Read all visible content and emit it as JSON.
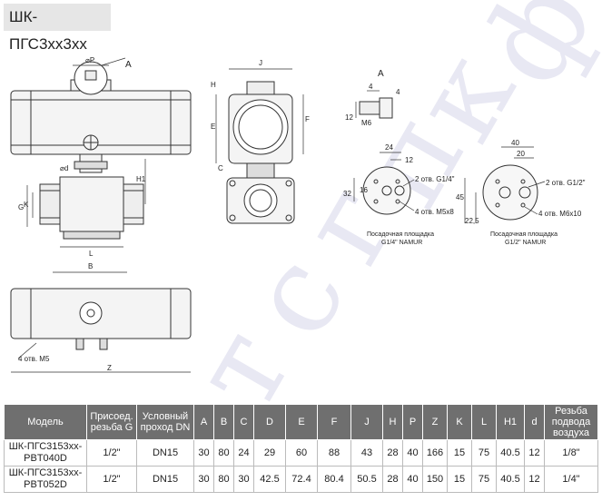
{
  "title": "ШК-ПГС3хх3хх",
  "labels": {
    "A_top": "A",
    "phiP": "⌀P",
    "H1": "H1",
    "G": "G",
    "K": "K",
    "phid": "⌀d",
    "L": "L",
    "B": "B",
    "Z": "Z",
    "M5_holes": "4 отв. M5",
    "J": "J",
    "H": "H",
    "E": "E",
    "F": "F",
    "C": "C",
    "A_detail": "A",
    "dim4a": "4",
    "dim4b": "4",
    "dim12": "12",
    "M6": "M6",
    "d24": "24",
    "d12": "12",
    "d32": "32",
    "d16": "16",
    "g14": "2 отв. G1/4\"",
    "m5x8": "4 отв. M5x8",
    "namur14_1": "Посадочная площадка",
    "namur14_2": "G1/4\" NAMUR",
    "d40": "40",
    "d20": "20",
    "d45": "45",
    "d225": "22,5",
    "g12": "2 отв. G1/2\"",
    "m6x10": "4 отв. M6x10",
    "namur12_1": "Посадочная площадка",
    "namur12_2": "G1/2\" NAMUR"
  },
  "watermark": [
    "т",
    "с",
    "г",
    "п",
    "ш",
    "к",
    "р",
    "ф"
  ],
  "table": {
    "headers": [
      "Модель",
      "Присоед. резьба G",
      "Условный проход DN",
      "A",
      "B",
      "C",
      "D",
      "E",
      "F",
      "J",
      "H",
      "P",
      "Z",
      "K",
      "L",
      "H1",
      "d",
      "Резьба подвода воздуха"
    ],
    "rows": [
      [
        "ШК-ПГС3153хх-PBT040D",
        "1/2\"",
        "DN15",
        "30",
        "80",
        "24",
        "29",
        "60",
        "88",
        "43",
        "28",
        "40",
        "166",
        "15",
        "75",
        "40.5",
        "12",
        "1/8\""
      ],
      [
        "ШК-ПГС3153хх-PBT052D",
        "1/2\"",
        "DN15",
        "30",
        "80",
        "30",
        "42.5",
        "72.4",
        "80.4",
        "50.5",
        "28",
        "40",
        "150",
        "15",
        "75",
        "40.5",
        "12",
        "1/4\""
      ]
    ]
  }
}
